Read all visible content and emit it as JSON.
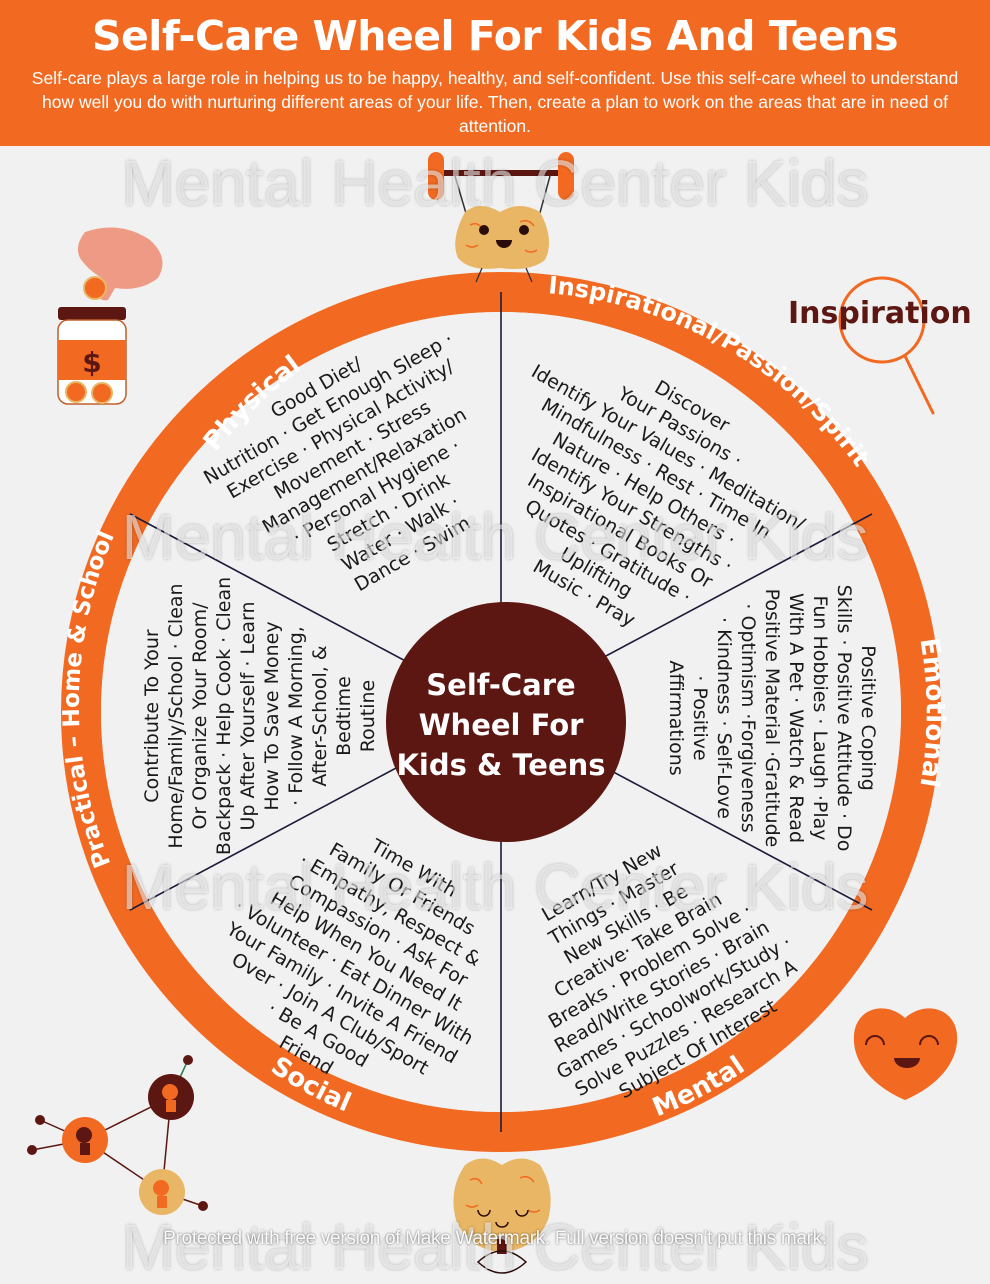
{
  "header": {
    "title": "Self-Care Wheel For Kids And Teens",
    "description": "Self-care plays a large role in helping us to be happy, healthy, and self-confident. Use this self-care wheel to understand how well you do with nurturing different areas of your life. Then, create a plan to work on the areas that are in need of attention."
  },
  "wheel": {
    "center_title_lines": [
      "Self-Care",
      "Wheel For",
      "Kids & Teens"
    ],
    "sectors": [
      {
        "label": "Physical",
        "lines": [
          "Good Diet/",
          "Nutrition · Get Enough Sleep ·",
          "Exercise · Physical Activity/",
          "Movement · Stress",
          "Management/Relaxation",
          "· Personal Hygiene ·",
          "Stretch · Drink",
          "Water · Walk ·",
          "Dance · Swim"
        ]
      },
      {
        "label": "Inspirational/Passion/Spirit",
        "lines": [
          "Discover",
          "Your Passions ·",
          "Identify Your Values · Meditation/",
          "Mindfulness · Rest · Time In",
          "Nature · Help Others ·",
          "Identify Your Strengths ·",
          "Inspirational Books Or",
          "Quotes · Gratitude ·",
          "Uplifting",
          "Music · Pray"
        ]
      },
      {
        "label": "Emotional",
        "lines": [
          "Positive Coping",
          "Skills · Positive Attitude · Do",
          "Fun Hobbies · Laugh ·Play",
          "With A Pet · Watch & Read",
          "Positive Material ·Gratitude",
          "· Optimism ·Forgiveness",
          "· Kindness · Self-Love",
          "· Positive",
          "Affirmations"
        ]
      },
      {
        "label": "Mental",
        "lines": [
          "Learn/Try New",
          "Things · Master",
          "New Skills · Be",
          "Creative· Take Brain",
          "Breaks · Problem Solve ·",
          "Read/Write Stories · Brain",
          "Games · Schoolwork/Study ·",
          "Solve Puzzles · Research A",
          "Subject Of Interest"
        ]
      },
      {
        "label": "Social",
        "lines": [
          "Time With",
          "Family Or Friends",
          "· Empathy, Respect &",
          "Compassion · Ask For",
          "Help When You Need It",
          "· Volunteer · Eat Dinner With",
          "Your Family · Invite A Friend",
          "Over · Join A Club/Sport",
          "· Be A Good",
          "Friend"
        ]
      },
      {
        "label": "Practical – Home & School",
        "lines": [
          "Contribute To Your",
          "Home/Family/School · Clean",
          "Or Organize Your Room/",
          "Backpack · Help Cook · Clean",
          "Up After Yourself · Learn",
          "How To Save Money",
          "· Follow A Morning,",
          "After-School, &",
          "Bedtime",
          "Routine"
        ]
      }
    ]
  },
  "decorations": {
    "inspiration_label": "Inspiration",
    "icons": [
      "brain-lifting-weights-icon",
      "hand-coin-jar-icon",
      "magnifying-glass-icon",
      "smiling-heart-icon",
      "social-network-icon",
      "meditating-brain-icon"
    ]
  },
  "watermarks": {
    "main": "Mental Health Center Kids",
    "footer": "Protected with free version of Make Watermark. Full version doesn't put this mark."
  },
  "colors": {
    "orange": "#f26a22",
    "dark_maroon": "#5c1712",
    "background": "#f1f1f1",
    "brain": "#e8b664",
    "hand": "#ee9a84",
    "divider": "#1d1b3a"
  }
}
